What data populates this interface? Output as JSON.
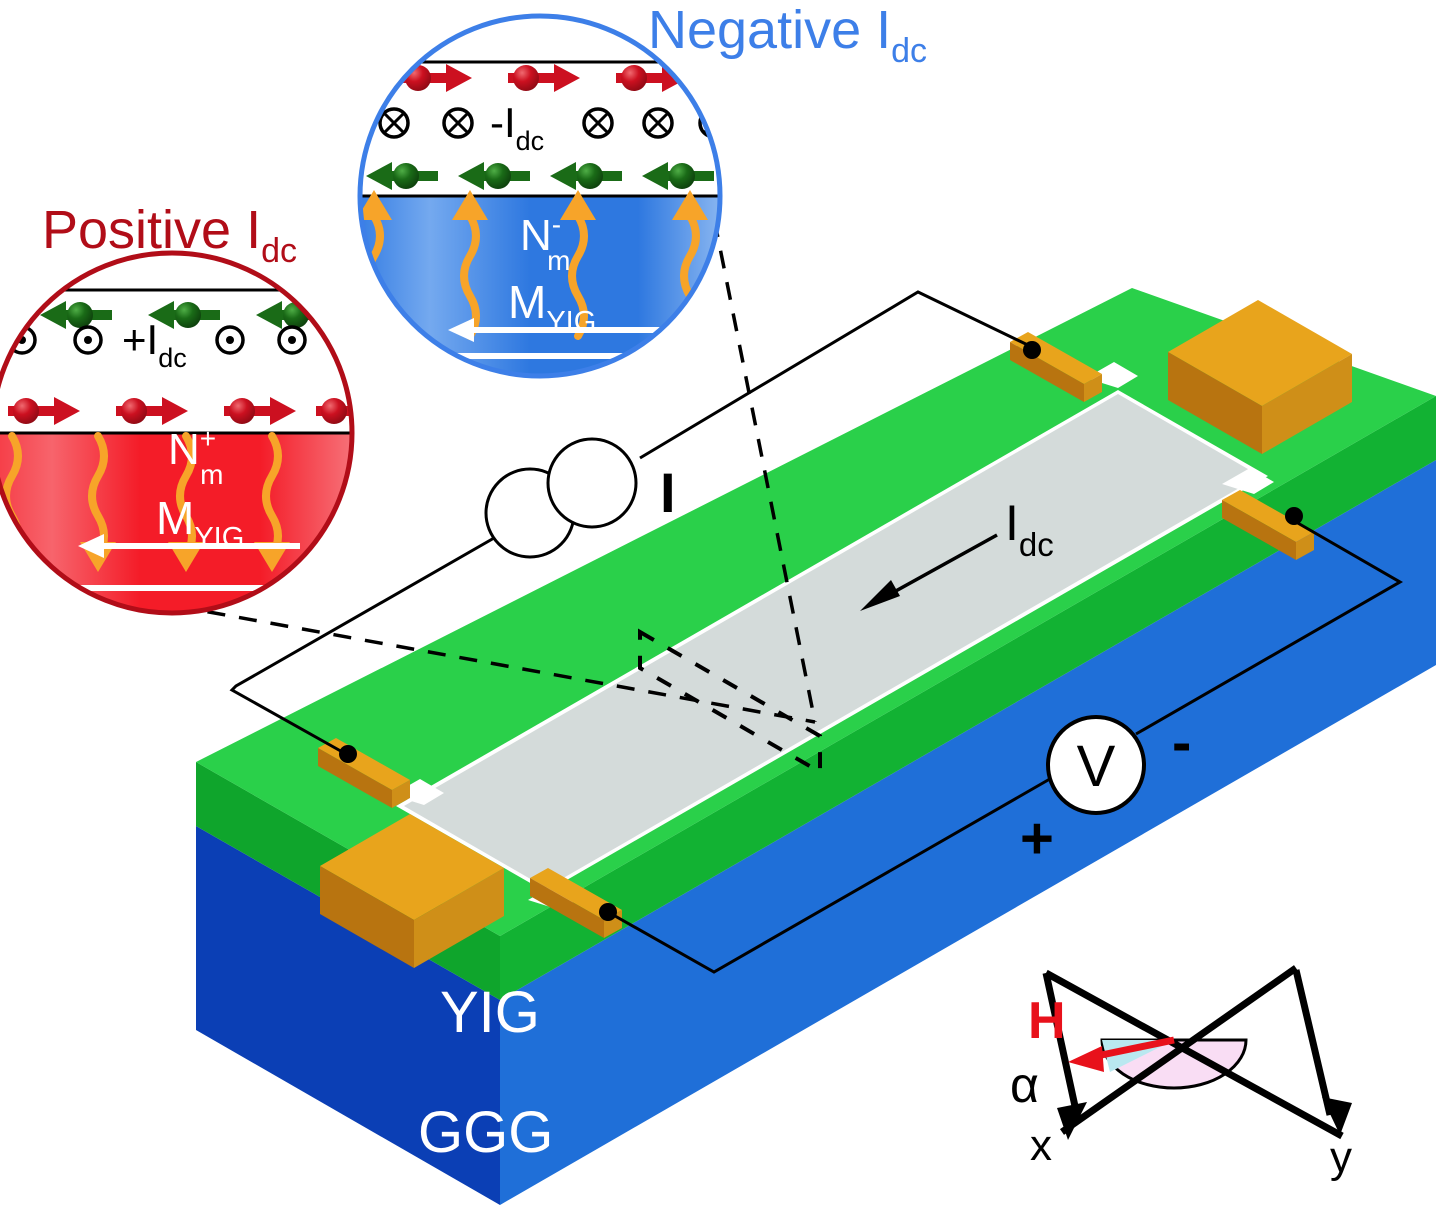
{
  "figure": {
    "kind": "device-schematic",
    "background": "#ffffff"
  },
  "insets": {
    "positive": {
      "title": "Positive I",
      "title_sub": "dc",
      "color": "#b10d18",
      "fill_color": "#f41c28",
      "current_label": "+I",
      "current_label_sub": "dc",
      "current_symbol": "dot-out-of-page",
      "magnon_label": "N",
      "magnon_sup": "+",
      "magnon_sub": "m",
      "magnetization_label": "M",
      "magnetization_sub": "YIG",
      "top_spin_color": "#1a6b17",
      "bottom_spin_color": "#cc1020",
      "magnon_arrow_color": "#f7a429",
      "magnon_direction": "downward",
      "top_spin_direction": "left",
      "bottom_spin_direction": "right",
      "magnetization_direction": "left"
    },
    "negative": {
      "title": "Negative I",
      "title_sub": "dc",
      "color": "#3d7fe8",
      "fill_color": "#2e78e0",
      "current_label": "-I",
      "current_label_sub": "dc",
      "current_symbol": "cross-into-page",
      "magnon_label": "N",
      "magnon_sup": "-",
      "magnon_sub": "m",
      "magnetization_label": "M",
      "magnetization_sub": "YIG",
      "top_spin_color": "#cc1020",
      "bottom_spin_color": "#1a6b17",
      "magnon_arrow_color": "#f7a429",
      "magnon_direction": "upward",
      "top_spin_direction": "right",
      "bottom_spin_direction": "left",
      "magnetization_direction": "left"
    }
  },
  "device": {
    "yig_label": "YIG",
    "ggg_label": "GGG",
    "yig_top_color": "#2ad04a",
    "yig_front_color": "#12b233",
    "yig_side_color": "#0fa52c",
    "ggg_front_color": "#0b3fb5",
    "ggg_side_color": "#1f6fd8",
    "platinum_color": "#d4dbda",
    "contact_color": "#e8a41c",
    "contact_side_color": "#b87410",
    "current_label": "I",
    "current_label_sub": "dc",
    "current_direction": "left-down-along-strip"
  },
  "circuit": {
    "source_label": "I",
    "source_symbol": "current-source-two-circles",
    "voltmeter_label": "V",
    "terminal_plus": "+",
    "terminal_minus": "-"
  },
  "axes": {
    "x_label": "x",
    "y_label": "y",
    "field_label": "H",
    "angle_label": "α",
    "field_color": "#e8111b",
    "arc_major_fill": "#f9ddf4",
    "arc_minor_fill": "#b9e8f0"
  }
}
